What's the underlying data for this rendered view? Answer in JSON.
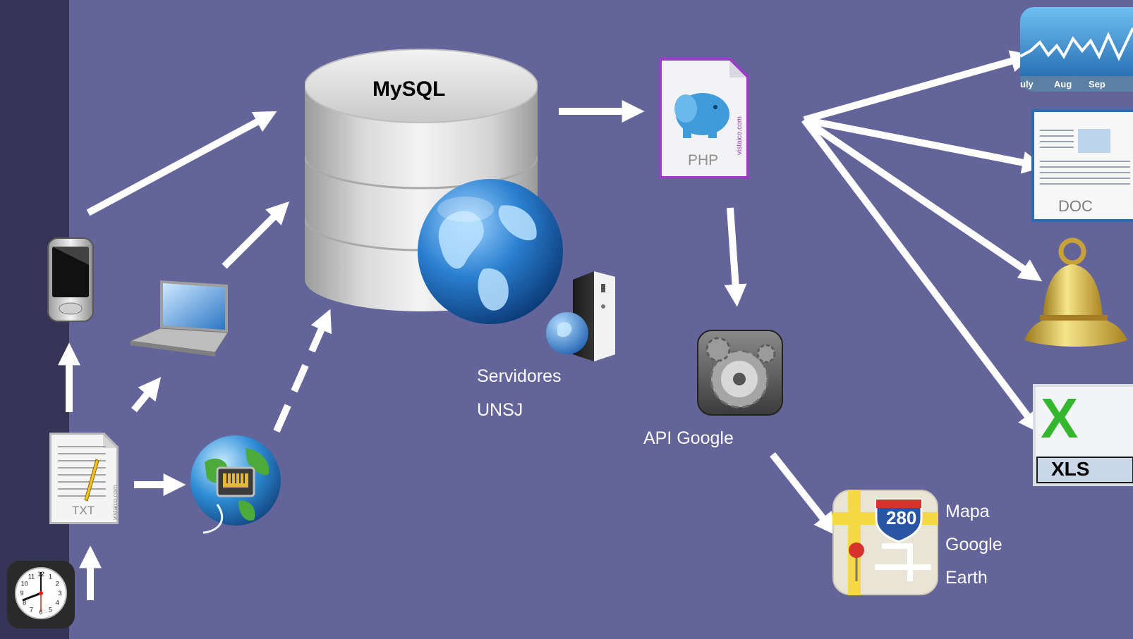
{
  "slide": {
    "colors": {
      "background": "#62649a",
      "left_bar": "#363456",
      "arrow": "#ffffff"
    }
  },
  "database": {
    "title": "MySQL",
    "icon": "database-cylinder-icon"
  },
  "servers": {
    "label_line1": "Servidores",
    "label_line2": "UNSJ",
    "icon": "server-globe-icon"
  },
  "php": {
    "label": "PHP",
    "watermark": "vistaico.com",
    "icon": "php-elephant-file-icon"
  },
  "api": {
    "label": "API Google",
    "icon": "settings-gears-icon"
  },
  "maps": {
    "sign_number": "280",
    "label_line1": "Mapa",
    "label_line2": "Google",
    "label_line3": "Earth",
    "icon": "google-maps-icon"
  },
  "outputs": {
    "stocks": {
      "months": [
        "uly",
        "Aug",
        "Sep"
      ],
      "icon": "stocks-chart-icon"
    },
    "doc": {
      "label": "DOC",
      "icon": "doc-file-icon"
    },
    "bell": {
      "icon": "alert-bell-icon"
    },
    "xls": {
      "label": "XLS",
      "letter": "X",
      "icon": "excel-file-icon"
    }
  },
  "inputs": {
    "txt": {
      "label": "TXT",
      "watermark": "vistaico.com",
      "icon": "txt-file-icon"
    },
    "clock": {
      "numbers": [
        "12",
        "1",
        "2",
        "3",
        "4",
        "5",
        "6",
        "7",
        "8",
        "9",
        "10",
        "11"
      ],
      "icon": "clock-icon"
    },
    "phone": {
      "icon": "pda-phone-icon"
    },
    "laptop": {
      "icon": "laptop-icon"
    },
    "network": {
      "icon": "network-globe-icon"
    }
  }
}
